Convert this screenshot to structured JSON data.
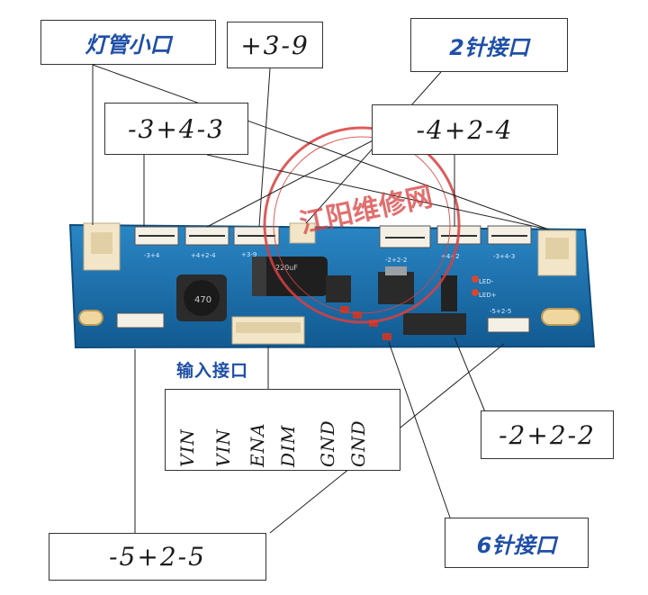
{
  "labels": {
    "lamp_port": "灯管小口",
    "plus3_9": "+3-9",
    "two_pin_port": "2针接口",
    "m3p4m3": "-3+4-3",
    "m4p2m4": "-4+2-4",
    "m2p2m2": "-2+2-2",
    "m5p2m5": "-5+2-5",
    "six_pin_port": "6针接口",
    "input_port": "输入接口"
  },
  "input_pins": [
    "GND",
    "GND",
    "DIM",
    "ENA",
    "VIN",
    "VIN"
  ],
  "board": {
    "silk_labels": [
      "-3+4",
      "+4+2-4",
      "+3-9",
      "-2+2-2",
      "+4+2",
      "-3+4-3",
      "-5+2-5",
      "LED-",
      "LED+",
      "470",
      "220uF"
    ],
    "stamp": "江阳维修网"
  },
  "colors": {
    "board": "#1e6fa8",
    "label_blue": "#1f4fa8",
    "stamp": "#d84040",
    "connector": "#f3e6c8"
  }
}
